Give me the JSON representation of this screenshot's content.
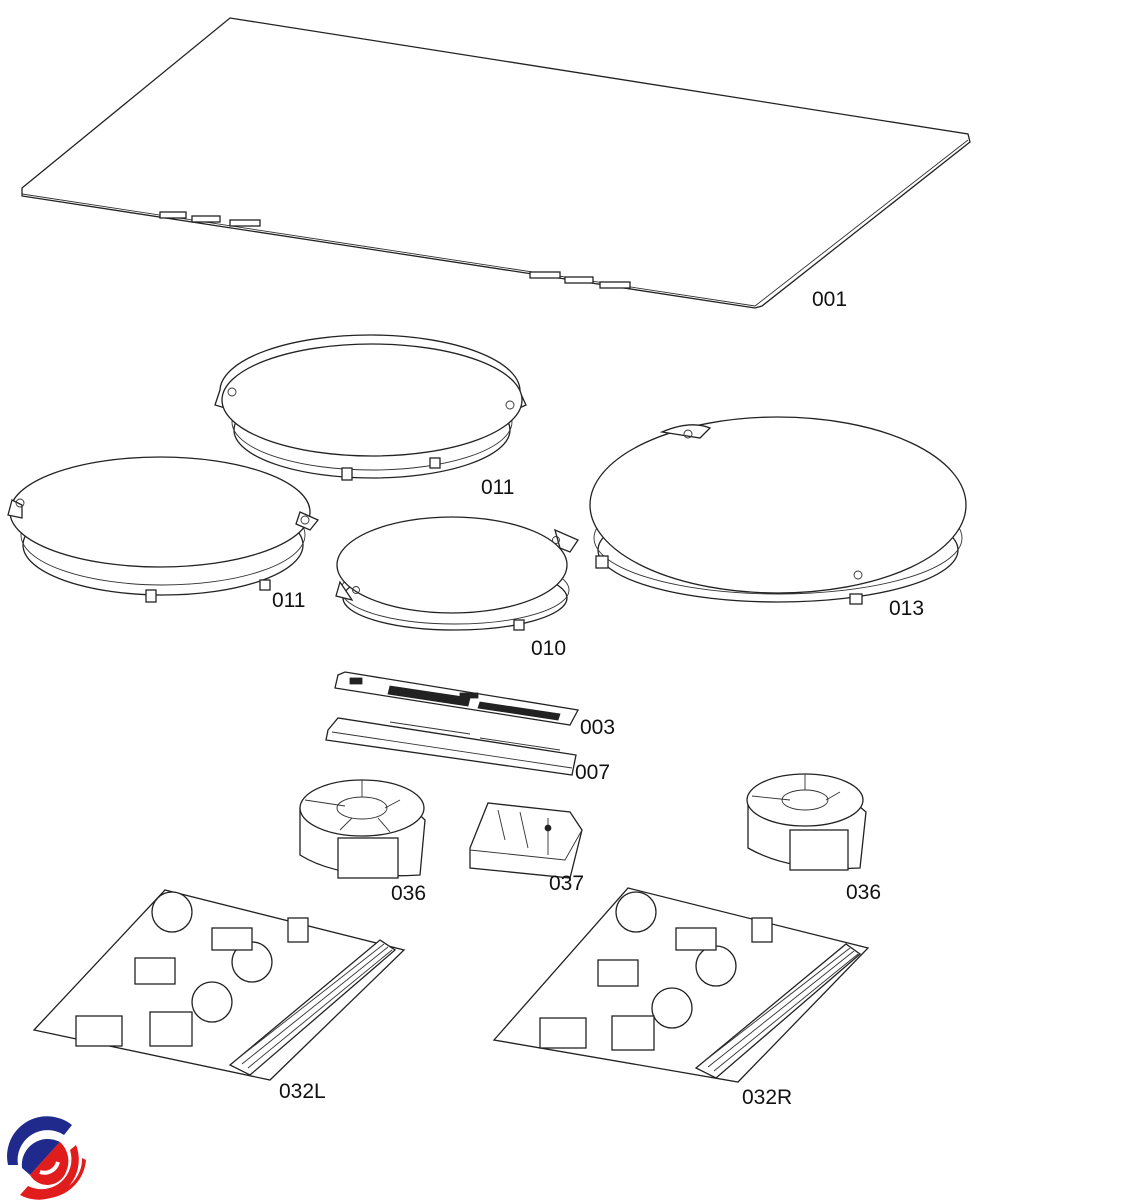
{
  "diagram": {
    "title_parts": [
      {
        "id": "glass_top",
        "label": "001"
      },
      {
        "id": "coil_rear_left",
        "label": "011"
      },
      {
        "id": "coil_front_left",
        "label": "011"
      },
      {
        "id": "coil_large_right",
        "label": "013"
      },
      {
        "id": "coil_small_center",
        "label": "010"
      },
      {
        "id": "control_board",
        "label": "003"
      },
      {
        "id": "control_board_holder",
        "label": "007"
      },
      {
        "id": "fan_left",
        "label": "036"
      },
      {
        "id": "filter_module",
        "label": "037"
      },
      {
        "id": "fan_right",
        "label": "036"
      },
      {
        "id": "power_board_left",
        "label": "032L"
      },
      {
        "id": "power_board_right",
        "label": "032R"
      }
    ],
    "logo_colors": {
      "blue": "#1f2a8c",
      "red": "#e01c1c"
    }
  }
}
